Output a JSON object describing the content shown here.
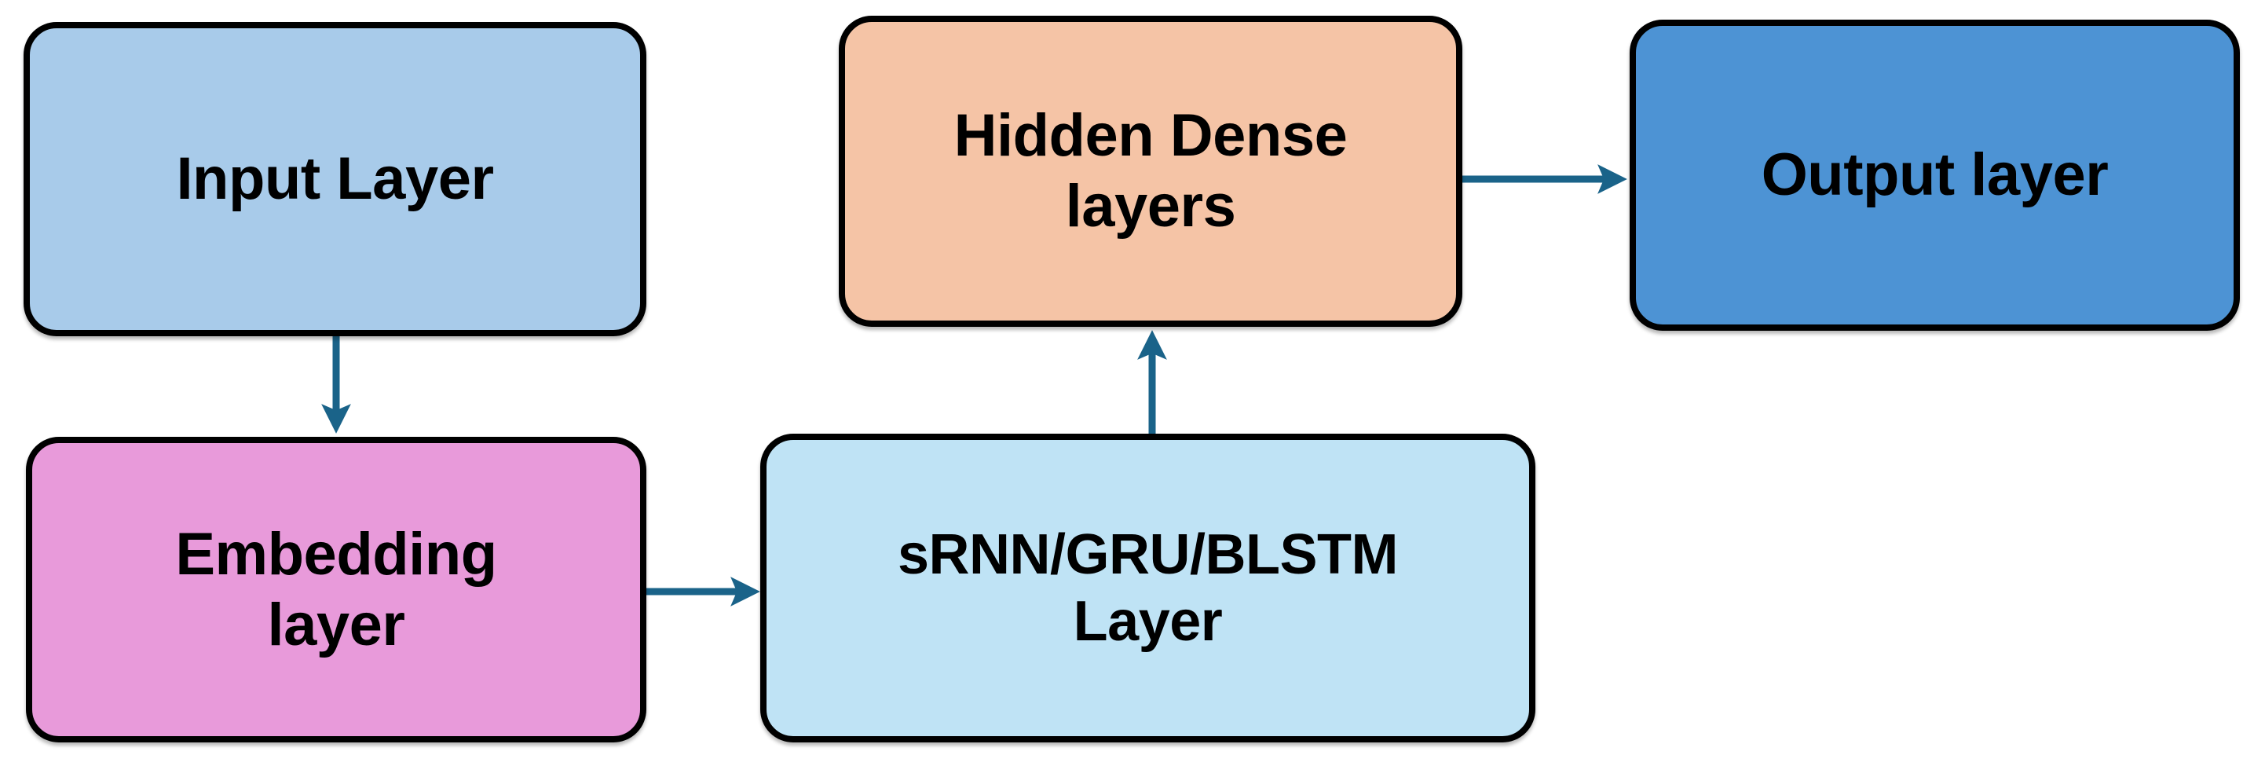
{
  "diagram": {
    "title": "Neural network model architecture flow",
    "background_color": "#ffffff",
    "border_color": "#000000",
    "arrow_color": "#1a6389",
    "nodes": [
      {
        "id": "input",
        "label": "Input Layer",
        "fill": "#a8cbea",
        "row": "top",
        "column": 1
      },
      {
        "id": "hidden",
        "label": "Hidden Dense\nlayers",
        "fill": "#f5c4a6",
        "row": "top",
        "column": 2
      },
      {
        "id": "output",
        "label": "Output layer",
        "fill": "#4d93d4",
        "row": "top",
        "column": 3
      },
      {
        "id": "embedding",
        "label": "Embedding\nlayer",
        "fill": "#e89ada",
        "row": "bottom",
        "column": 1
      },
      {
        "id": "rnn",
        "label": "sRNN/GRU/BLSTM\nLayer",
        "fill": "#bfe3f5",
        "row": "bottom",
        "column": 2
      }
    ],
    "edges": [
      {
        "id": "input-to-embedding",
        "from": "input",
        "to": "embedding",
        "direction": "down"
      },
      {
        "id": "embedding-to-rnn",
        "from": "embedding",
        "to": "rnn",
        "direction": "right"
      },
      {
        "id": "rnn-to-hidden",
        "from": "rnn",
        "to": "hidden",
        "direction": "up"
      },
      {
        "id": "hidden-to-output",
        "from": "hidden",
        "to": "output",
        "direction": "right"
      }
    ]
  }
}
